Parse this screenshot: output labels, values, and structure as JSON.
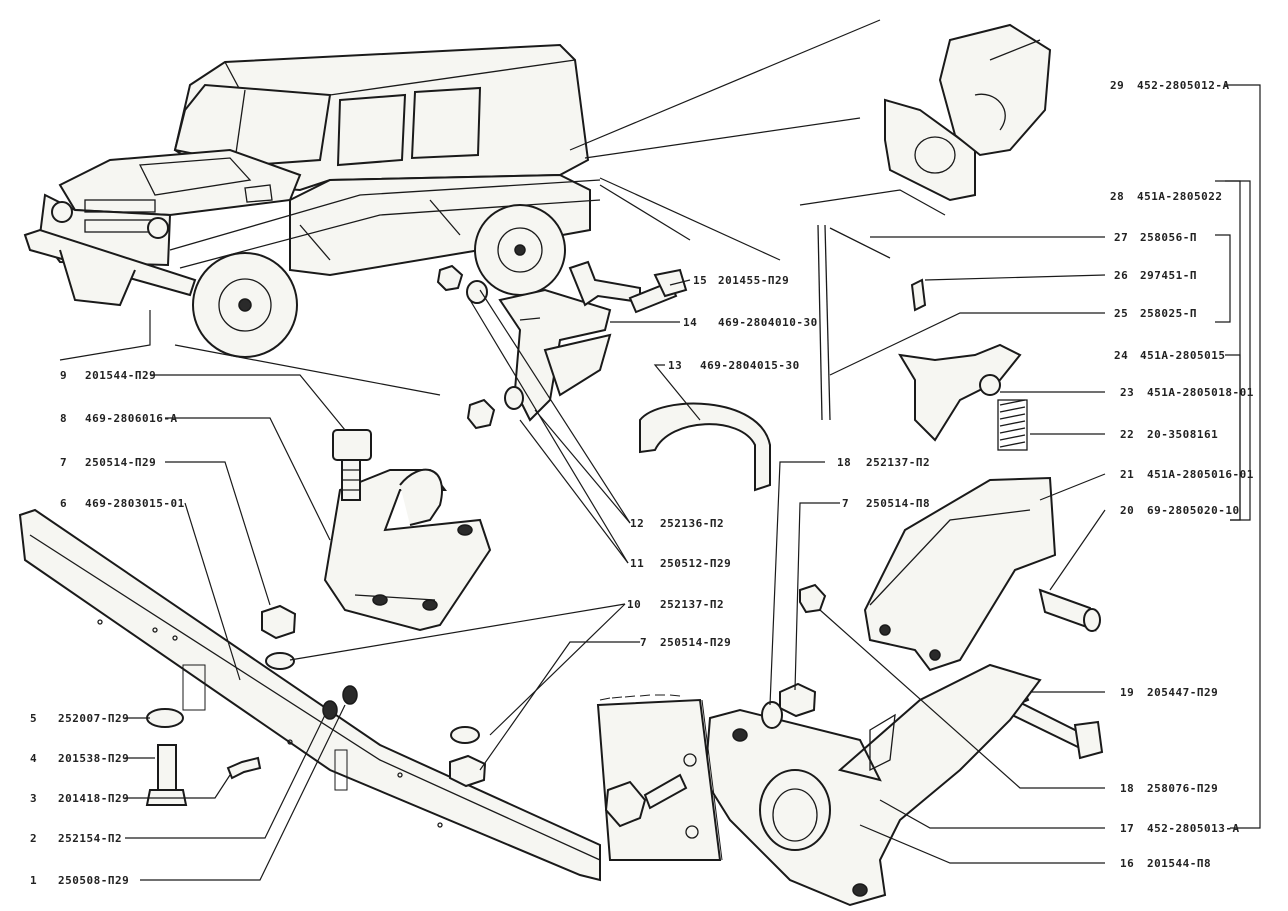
{
  "callouts": {
    "c1": {
      "num": "1",
      "code": "250508-П29"
    },
    "c2": {
      "num": "2",
      "code": "252154-П2"
    },
    "c3": {
      "num": "3",
      "code": "201418-П29"
    },
    "c4": {
      "num": "4",
      "code": "201538-П29"
    },
    "c5": {
      "num": "5",
      "code": "252007-П29"
    },
    "c6": {
      "num": "6",
      "code": "469-2803015-01"
    },
    "c7a": {
      "num": "7",
      "code": "250514-П29"
    },
    "c8": {
      "num": "8",
      "code": "469-2806016-А"
    },
    "c9": {
      "num": "9",
      "code": "201544-П29"
    },
    "c10": {
      "num": "10",
      "code": "252137-П2"
    },
    "c7b": {
      "num": "7",
      "code": "250514-П29"
    },
    "c11": {
      "num": "11",
      "code": "250512-П29"
    },
    "c12": {
      "num": "12",
      "code": "252136-П2"
    },
    "c13": {
      "num": "13",
      "code": "469-2804015-30"
    },
    "c14": {
      "num": "14",
      "code": "469-2804010-30"
    },
    "c15": {
      "num": "15",
      "code": "201455-П29"
    },
    "c18a": {
      "num": "18",
      "code": "252137-П2"
    },
    "c7c": {
      "num": "7",
      "code": "250514-П8"
    },
    "c16": {
      "num": "16",
      "code": "201544-П8"
    },
    "c17": {
      "num": "17",
      "code": "452-2805013-А"
    },
    "c18b": {
      "num": "18",
      "code": "258076-П29"
    },
    "c19": {
      "num": "19",
      "code": "205447-П29"
    },
    "c20": {
      "num": "20",
      "code": "69-2805020-10"
    },
    "c21": {
      "num": "21",
      "code": "451А-2805016-01"
    },
    "c22": {
      "num": "22",
      "code": "20-3508161"
    },
    "c23": {
      "num": "23",
      "code": "451А-2805018-01"
    },
    "c24": {
      "num": "24",
      "code": "451А-2805015"
    },
    "c25": {
      "num": "25",
      "code": "258025-П"
    },
    "c26": {
      "num": "26",
      "code": "297451-П"
    },
    "c27": {
      "num": "27",
      "code": "258056-П"
    },
    "c28": {
      "num": "28",
      "code": "451А-2805022"
    },
    "c29": {
      "num": "29",
      "code": "452-2805012-А"
    }
  }
}
